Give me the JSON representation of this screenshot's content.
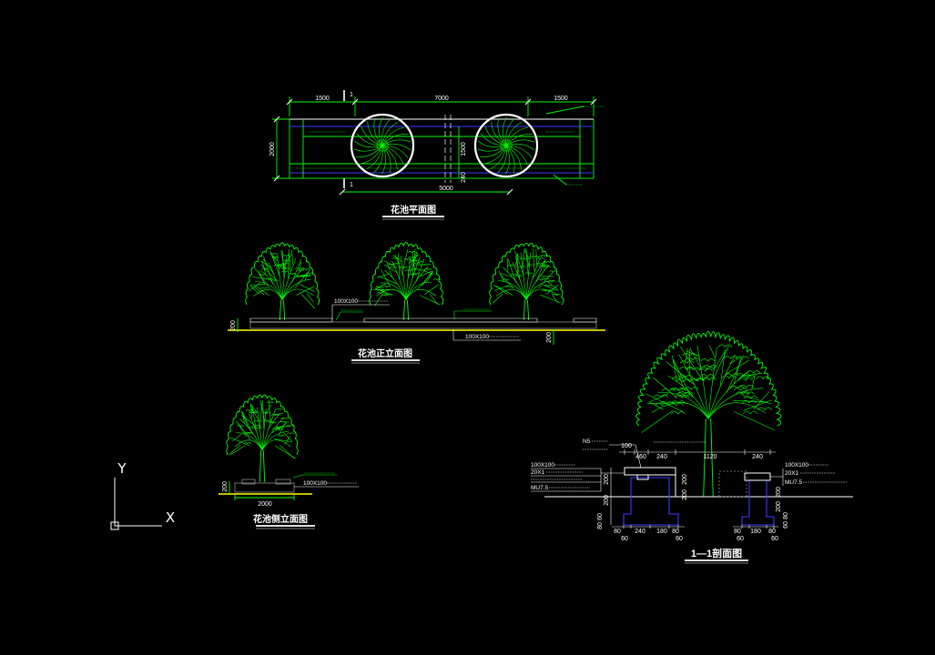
{
  "colors": {
    "background": "#000000",
    "green": "#00ff00",
    "white": "#ffffff",
    "yellow": "#ffff00",
    "blue": "#3a3aff",
    "gray": "#8c8c8c"
  },
  "plan": {
    "title": "花池平面图",
    "dim_total": "7000",
    "dim_left": "1500",
    "dim_right": "1500",
    "dim_bottom": "5000",
    "dim_depth": "2000",
    "dim_mid": "1500",
    "dim_mid_small": "240",
    "section_mark": "1"
  },
  "front_elevation": {
    "title": "花池正立面图",
    "label_coping": "100X100",
    "label_base": "100X100",
    "dim_left": "200",
    "dim_right": "200"
  },
  "side_elevation": {
    "title": "花池侧立面图",
    "label_coping": "100X100",
    "dim_width": "2000",
    "dim_height": "200"
  },
  "section": {
    "title": "1—1剖面图",
    "label_top": "N5",
    "dims_top": [
      "100",
      "460",
      "240",
      "1120",
      "240"
    ],
    "left_labels": [
      "100X100",
      "20X1",
      "MU7.5"
    ],
    "right_labels": [
      "100X100",
      "20X1",
      "MU7.5"
    ],
    "dims_left": [
      "200",
      "200"
    ],
    "dims_left_footing": [
      "60",
      "80"
    ],
    "dims_mid": [
      "200",
      "200"
    ],
    "dims_right": [
      "200",
      "200"
    ],
    "dims_right_footing": [
      "80",
      "60"
    ],
    "dims_bottom_left": [
      "80",
      "240",
      "180",
      "80"
    ],
    "dims_bottom_left_footing": [
      "60",
      "60"
    ],
    "dims_bottom_right": [
      "80",
      "180",
      "80"
    ],
    "dims_bottom_right_footing": [
      "60",
      "60"
    ]
  },
  "ucs": {
    "y_label": "Y",
    "x_label": "X"
  }
}
